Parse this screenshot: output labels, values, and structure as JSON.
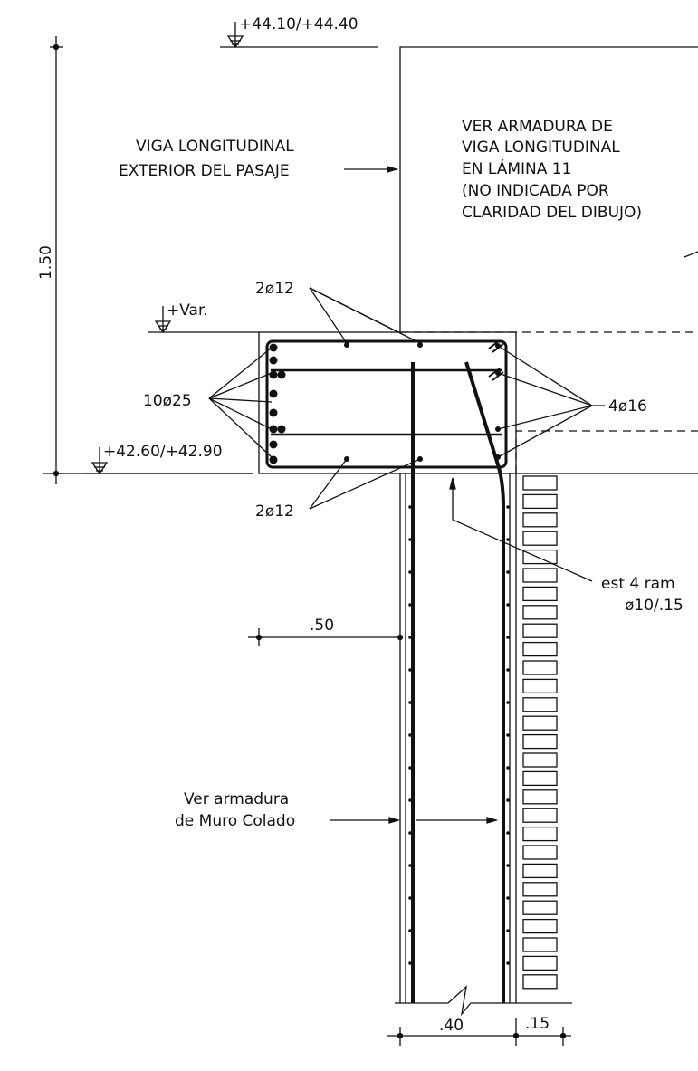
{
  "levels": {
    "top": "+44.10/+44.40",
    "var": "+Var.",
    "bottom": "+42.60/+42.90"
  },
  "dimensions": {
    "height": "1.50",
    "offset": ".50",
    "wall": ".40",
    "brick": ".15"
  },
  "labels": {
    "viga_line1": "VIGA LONGITUDINAL",
    "viga_line2": "EXTERIOR DEL PASAJE",
    "note_line1": "VER ARMADURA DE",
    "note_line2": "VIGA LONGITUDINAL",
    "note_line3": "EN LÁMINA 11",
    "note_line4": "(NO INDICADA POR",
    "note_line5": "CLARIDAD DEL DIBUJO)",
    "bars_top": "2ø12",
    "bars_bottom": "2ø12",
    "bars_side": "10ø25",
    "bars_right": "4ø16",
    "stirrup_line1": "est 4 ram",
    "stirrup_line2": "ø10/.15",
    "muro_line1": "Ver armadura",
    "muro_line2": "de Muro Colado"
  }
}
